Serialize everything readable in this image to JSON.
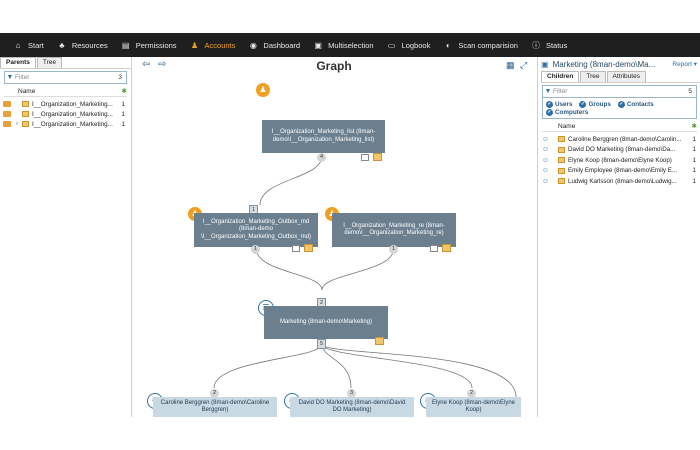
{
  "nav": {
    "items": [
      {
        "label": "Start",
        "icon": "home-icon"
      },
      {
        "label": "Resources",
        "icon": "resources-icon"
      },
      {
        "label": "Permissions",
        "icon": "permissions-icon"
      },
      {
        "label": "Accounts",
        "icon": "accounts-icon"
      },
      {
        "label": "Dashboard",
        "icon": "dashboard-icon"
      },
      {
        "label": "Multiselection",
        "icon": "multiselection-icon"
      },
      {
        "label": "Logbook",
        "icon": "logbook-icon"
      },
      {
        "label": "Scan comparision",
        "icon": "scan-icon"
      },
      {
        "label": "Status",
        "icon": "status-icon"
      }
    ],
    "active_color": "#f0a020"
  },
  "left": {
    "tabs": [
      "Parents",
      "Tree"
    ],
    "filter_placeholder": "Filter",
    "filter_count": "3",
    "column": "Name",
    "rows": [
      {
        "name": "I__Organization_Marketing...",
        "count": "1"
      },
      {
        "name": "I__Organization_Marketing...",
        "count": "1"
      },
      {
        "name": "I__Organization_Marketing...",
        "count": "1"
      }
    ]
  },
  "graph": {
    "title": "Graph",
    "nodes": {
      "list": {
        "label": "I__Organization_Marketing_list (8man-demo\\I__Organization_Marketing_list)",
        "badge": "4"
      },
      "outbox": {
        "label": "I__Organization_Marketing_Outbox_md (8man-demo \\I__Organization_Marketing_Outbox_md)",
        "badge": "1",
        "conn": "1"
      },
      "re": {
        "label": "I__Organization_Marketing_re (8man-demo\\I__Organization_Marketing_re)",
        "badge": "1"
      },
      "marketing": {
        "label": "Marketing (8man-demo\\Marketing)",
        "conn_top": "2",
        "conn_bottom": "5"
      },
      "caroline": {
        "label": "Caroline Berggren (8man-demo\\Caroline Berggren)",
        "badge": "2"
      },
      "david": {
        "label": "David DO Marketing (8man-demo\\David DO Marketing)",
        "badge": "3"
      },
      "elyne": {
        "label": "Elyne Koop (8man-demo\\Elyne Koop)",
        "badge": "2"
      }
    }
  },
  "right": {
    "title": "Marketing (8man-demo\\Ma...",
    "report": "Report",
    "tabs": [
      "Children",
      "Tree",
      "Attributes"
    ],
    "filter_placeholder": "Filter",
    "filter_count": "5",
    "chips": [
      "Users",
      "Groups",
      "Contacts",
      "Computers"
    ],
    "column": "Name",
    "rows": [
      {
        "name": "Caroline Berggren (8man-demo\\Carolin...",
        "count": "1"
      },
      {
        "name": "David DO Marketing (8man-demo\\Da...",
        "count": "1"
      },
      {
        "name": "Elyne Koop (8man-demo\\Elyne Koop)",
        "count": "1"
      },
      {
        "name": "Emily Employee (8man-demo\\Emily E...",
        "count": "1"
      },
      {
        "name": "Ludwig Karlsson (8man-demo\\Ludwig...",
        "count": "1"
      }
    ]
  }
}
